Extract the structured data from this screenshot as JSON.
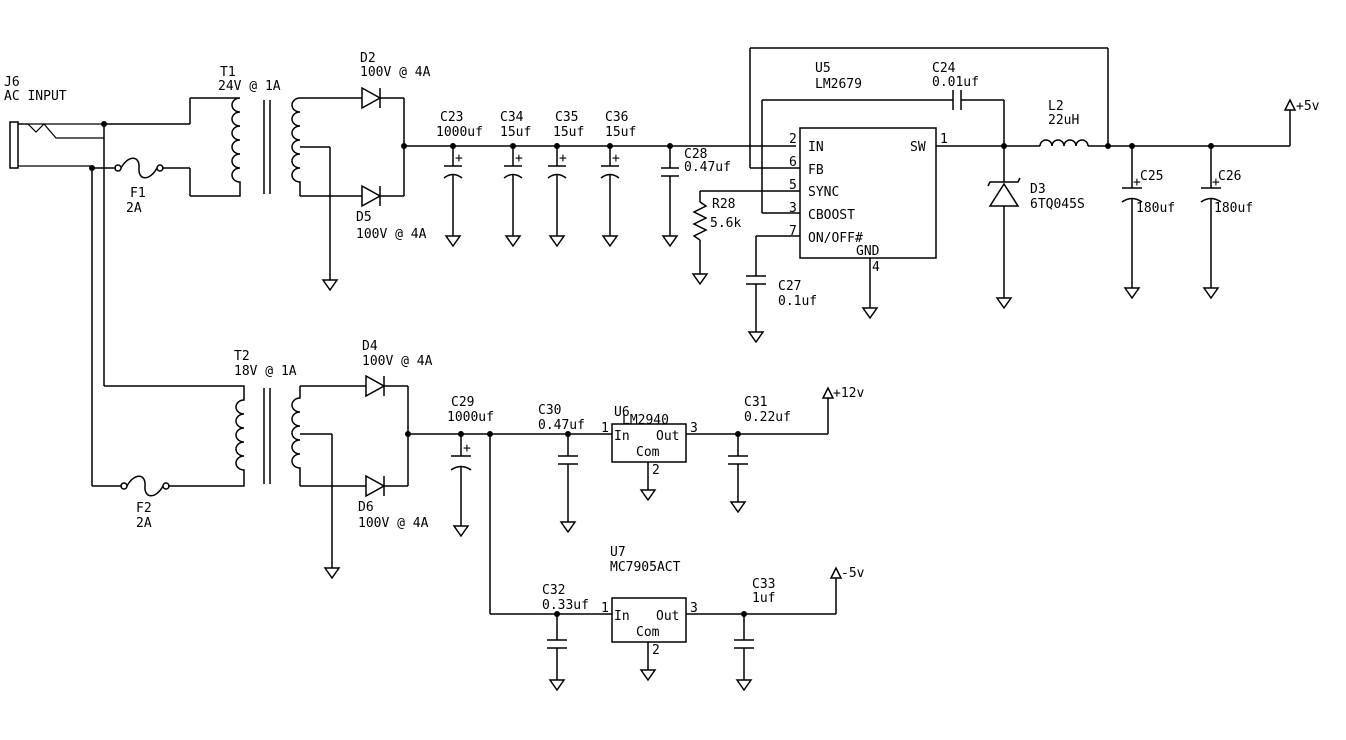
{
  "j6": {
    "ref": "J6",
    "value": "AC INPUT"
  },
  "t1": {
    "ref": "T1",
    "value": "24V @ 1A"
  },
  "t2": {
    "ref": "T2",
    "value": "18V @ 1A"
  },
  "f1": {
    "ref": "F1",
    "value": "2A"
  },
  "f2": {
    "ref": "F2",
    "value": "2A"
  },
  "d2": {
    "ref": "D2",
    "value": "100V @ 4A"
  },
  "d5": {
    "ref": "D5",
    "value": "100V @ 4A"
  },
  "d4": {
    "ref": "D4",
    "value": "100V @ 4A"
  },
  "d6": {
    "ref": "D6",
    "value": "100V @ 4A"
  },
  "d3": {
    "ref": "D3",
    "value": "6TQ045S"
  },
  "c23": {
    "ref": "C23",
    "value": "1000uf"
  },
  "c34": {
    "ref": "C34",
    "value": "15uf"
  },
  "c35": {
    "ref": "C35",
    "value": "15uf"
  },
  "c36": {
    "ref": "C36",
    "value": "15uf"
  },
  "c28": {
    "ref": "C28",
    "value": "0.47uf"
  },
  "c24": {
    "ref": "C24",
    "value": "0.01uf"
  },
  "c27": {
    "ref": "C27",
    "value": "0.1uf"
  },
  "c25": {
    "ref": "C25",
    "value": "180uf"
  },
  "c26": {
    "ref": "C26",
    "value": "180uf"
  },
  "c29": {
    "ref": "C29",
    "value": "1000uf"
  },
  "c30": {
    "ref": "C30",
    "value": "0.47uf"
  },
  "c31": {
    "ref": "C31",
    "value": "0.22uf"
  },
  "c32": {
    "ref": "C32",
    "value": "0.33uf"
  },
  "c33": {
    "ref": "C33",
    "value": "1uf"
  },
  "r28": {
    "ref": "R28",
    "value": "5.6k"
  },
  "l2": {
    "ref": "L2",
    "value": "22uH"
  },
  "u5": {
    "ref": "U5",
    "value": "LM2679",
    "pins": {
      "in": "IN",
      "fb": "FB",
      "sync": "SYNC",
      "cboost": "CBOOST",
      "onoff": "ON/OFF#",
      "sw": "SW",
      "gnd": "GND"
    },
    "pin_numbers": {
      "in": "2",
      "fb": "6",
      "sync": "5",
      "cboost": "3",
      "onoff": "7",
      "sw": "1",
      "gnd": "4"
    }
  },
  "u6": {
    "ref": "U6",
    "value": "LM2940",
    "pins": {
      "in": "In",
      "out": "Out",
      "com": "Com"
    },
    "pin_numbers": {
      "in": "1",
      "out": "3",
      "com": "2"
    }
  },
  "u7": {
    "ref": "U7",
    "value": "MC7905ACT",
    "pins": {
      "in": "In",
      "out": "Out",
      "com": "Com"
    },
    "pin_numbers": {
      "in": "1",
      "out": "3",
      "com": "2"
    }
  },
  "rails": {
    "plus5": "+5v",
    "plus12": "+12v",
    "minus5": "-5v"
  },
  "polarity_mark": "+"
}
